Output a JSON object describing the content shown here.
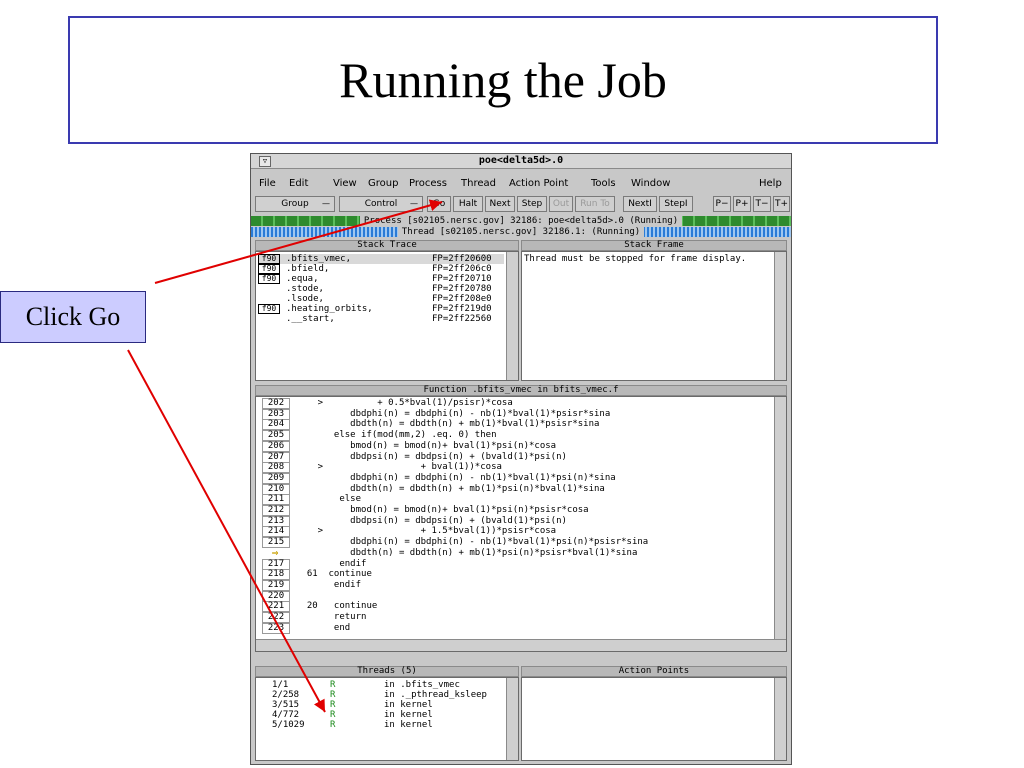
{
  "slide": {
    "title": "Running the Job",
    "callout": "Click Go"
  },
  "window": {
    "title": "poe<delta5d>.0",
    "sys_button": "▽"
  },
  "menu": {
    "file": "File",
    "edit": "Edit",
    "view": "View",
    "group": "Group",
    "process": "Process",
    "thread": "Thread",
    "action_point": "Action Point",
    "tools": "Tools",
    "window": "Window",
    "help": "Help"
  },
  "toolbar": {
    "group": "Group",
    "control": "Control",
    "go": "Go",
    "halt": "Halt",
    "next": "Next",
    "step": "Step",
    "out": "Out",
    "run_to": "Run To",
    "nexti": "NextI",
    "stepi": "StepI",
    "p_minus": "P−",
    "p_plus": "P+",
    "t_minus": "T−",
    "t_plus": "T+",
    "chev": "—"
  },
  "status": {
    "process": "Process [s02105.nersc.gov] 32186: poe<delta5d>.0 (Running)",
    "thread": "Thread [s02105.nersc.gov] 32186.1:  (Running)"
  },
  "stack_trace": {
    "header": "Stack Trace",
    "frames": [
      {
        "lang": "f90",
        "name": ".bfits_vmec,",
        "fp": "FP=2ff20600"
      },
      {
        "lang": "f90",
        "name": ".bfield,",
        "fp": "FP=2ff206c0"
      },
      {
        "lang": "f90",
        "name": ".equa,",
        "fp": "FP=2ff20710"
      },
      {
        "lang": "",
        "name": ".stode,",
        "fp": "FP=2ff20780"
      },
      {
        "lang": "",
        "name": ".lsode,",
        "fp": "FP=2ff208e0"
      },
      {
        "lang": "f90",
        "name": ".heating_orbits,",
        "fp": "FP=2ff219d0"
      },
      {
        "lang": "",
        "name": ".__start,",
        "fp": "FP=2ff22560"
      }
    ]
  },
  "stack_frame": {
    "header": "Stack Frame",
    "message": "Thread must be stopped for frame display."
  },
  "source": {
    "header": "Function .bfits_vmec in bfits_vmec.f",
    "lines": [
      {
        "num": "202",
        "text": "    >          + 0.5*bval(1)/psisr)*cosa"
      },
      {
        "num": "203",
        "text": "          dbdphi(n) = dbdphi(n) - nb(1)*bval(1)*psisr*sina"
      },
      {
        "num": "204",
        "text": "          dbdth(n) = dbdth(n) + mb(1)*bval(1)*psisr*sina"
      },
      {
        "num": "205",
        "text": "       else if(mod(mm,2) .eq. 0) then"
      },
      {
        "num": "206",
        "text": "          bmod(n) = bmod(n)+ bval(1)*psi(n)*cosa"
      },
      {
        "num": "207",
        "text": "          dbdpsi(n) = dbdpsi(n) + (bvald(1)*psi(n)"
      },
      {
        "num": "208",
        "text": "    >                  + bval(1))*cosa"
      },
      {
        "num": "209",
        "text": "          dbdphi(n) = dbdphi(n) - nb(1)*bval(1)*psi(n)*sina"
      },
      {
        "num": "210",
        "text": "          dbdth(n) = dbdth(n) + mb(1)*psi(n)*bval(1)*sina"
      },
      {
        "num": "211",
        "text": "        else"
      },
      {
        "num": "212",
        "text": "          bmod(n) = bmod(n)+ bval(1)*psi(n)*psisr*cosa"
      },
      {
        "num": "213",
        "text": "          dbdpsi(n) = dbdpsi(n) + (bvald(1)*psi(n)"
      },
      {
        "num": "214",
        "text": "    >                  + 1.5*bval(1))*psisr*cosa"
      },
      {
        "num": "215",
        "text": "          dbdphi(n) = dbdphi(n) - nb(1)*bval(1)*psi(n)*psisr*sina"
      },
      {
        "num": "⇒",
        "text": "          dbdth(n) = dbdth(n) + mb(1)*psi(n)*psisr*bval(1)*sina"
      },
      {
        "num": "217",
        "text": "        endif"
      },
      {
        "num": "218",
        "text": "  61  continue"
      },
      {
        "num": "219",
        "text": "       endif"
      },
      {
        "num": "220",
        "text": ""
      },
      {
        "num": "221",
        "text": "  20   continue"
      },
      {
        "num": "222",
        "text": "       return"
      },
      {
        "num": "223",
        "text": "       end"
      }
    ]
  },
  "threads": {
    "header": "Threads (5)",
    "rows": [
      {
        "id": "1/1",
        "state": "R",
        "loc": "in .bfits_vmec"
      },
      {
        "id": "2/258",
        "state": "R",
        "loc": "in ._pthread_ksleep"
      },
      {
        "id": "3/515",
        "state": "R",
        "loc": "in kernel"
      },
      {
        "id": "4/772",
        "state": "R",
        "loc": "in kernel"
      },
      {
        "id": "5/1029",
        "state": "R",
        "loc": "in kernel"
      }
    ]
  },
  "action_points": {
    "header": "Action Points"
  },
  "colors": {
    "title_border": "#3a3ab0",
    "callout_bg": "#ccccff",
    "arrow": "#e00000",
    "running_green": "#1c8a1c"
  }
}
